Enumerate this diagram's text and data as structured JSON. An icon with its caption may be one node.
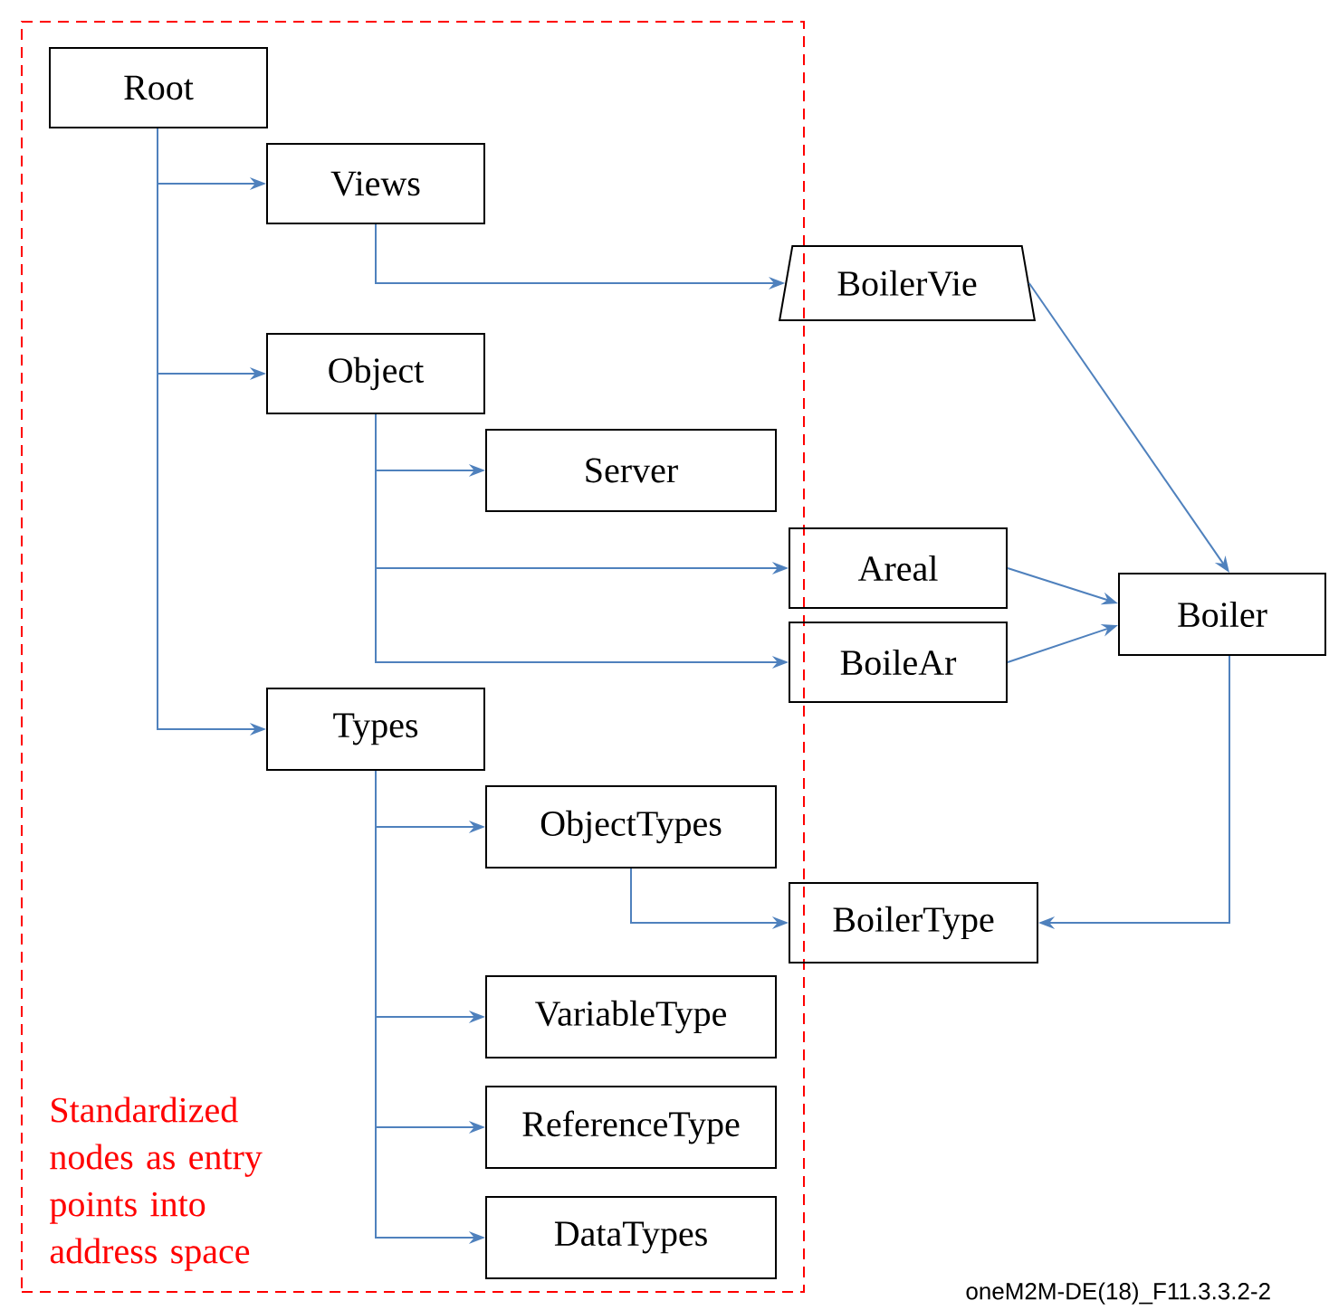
{
  "diagram": {
    "nodes": [
      {
        "text": [
          "Standardized nodes as entry points into address space"
        ]
      },
      {
        "text": [
          "Root"
        ],
        "in": 0
      },
      {
        "text": [
          "Views"
        ],
        "in": 0
      },
      {
        "text": [
          "BoilerVie"
        ]
      },
      {
        "text": [
          "Object"
        ],
        "in": 0
      },
      {
        "text": [
          "Server"
        ],
        "in": 0
      },
      {
        "text": [
          "Areal"
        ]
      },
      {
        "text": [
          "BoileAr"
        ]
      },
      {
        "text": [
          "Boiler"
        ]
      },
      {
        "text": [
          "Types"
        ],
        "in": 0
      },
      {
        "text": [
          "ObjectTypes"
        ],
        "in": 0
      },
      {
        "text": [
          "BoilerType"
        ]
      },
      {
        "text": [
          "VariableType"
        ],
        "in": 0
      },
      {
        "text": [
          "ReferenceType"
        ],
        "in": 0
      },
      {
        "text": [
          "DataTypes"
        ],
        "in": 0
      }
    ],
    "edges": [
      {
        "from": 1,
        "to": 2,
        "arrow": "to"
      },
      {
        "from": 1,
        "to": 4,
        "arrow": "to"
      },
      {
        "from": 1,
        "to": 9,
        "arrow": "to"
      },
      {
        "from": 2,
        "to": 3,
        "arrow": "to"
      },
      {
        "from": 4,
        "to": 5,
        "arrow": "to"
      },
      {
        "from": 4,
        "to": 6,
        "arrow": "to"
      },
      {
        "from": 4,
        "to": 7,
        "arrow": "to"
      },
      {
        "from": 3,
        "to": 8,
        "arrow": "to"
      },
      {
        "from": 6,
        "to": 8,
        "arrow": "to"
      },
      {
        "from": 7,
        "to": 8,
        "arrow": "to"
      },
      {
        "from": 8,
        "to": 11,
        "arrow": "to"
      },
      {
        "from": 9,
        "to": 10,
        "arrow": "to"
      },
      {
        "from": 9,
        "to": 12,
        "arrow": "to"
      },
      {
        "from": 9,
        "to": 13,
        "arrow": "to"
      },
      {
        "from": 9,
        "to": 14,
        "arrow": "to"
      },
      {
        "from": 10,
        "to": 11,
        "arrow": "to"
      }
    ],
    "labels": [
      "oneM2M-DE(18)_F11.3.3.2-2"
    ]
  }
}
